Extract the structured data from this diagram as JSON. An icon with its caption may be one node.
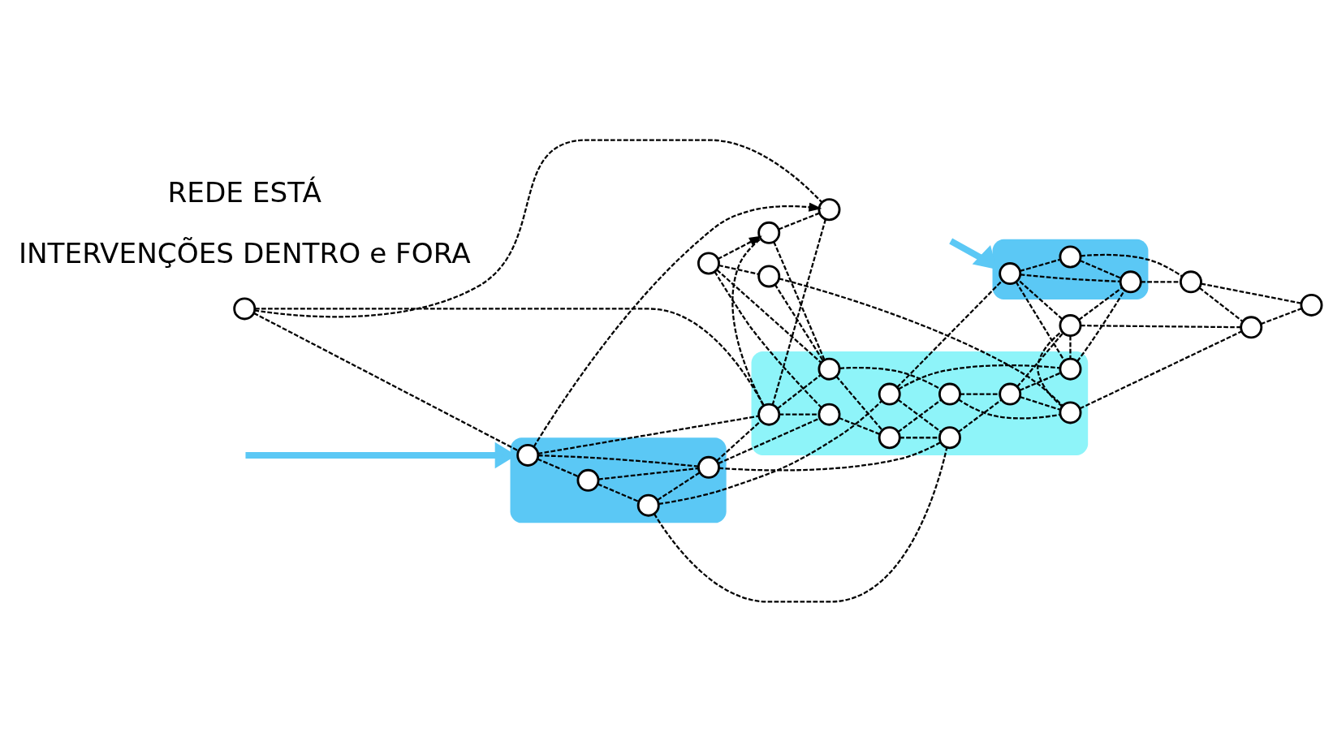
{
  "diagram": {
    "nodes": [
      {
        "text": [],
        "shape": "cloud"
      },
      {
        "text": [],
        "shape": "cloud"
      },
      {
        "text": [],
        "shape": "cloud"
      },
      {
        "text": [],
        "shape": "circle"
      },
      {
        "text": [],
        "shape": "circle"
      },
      {
        "text": [],
        "shape": "circle",
        "in": 0
      },
      {
        "text": [],
        "shape": "circle",
        "in": 0
      },
      {
        "text": [],
        "shape": "circle",
        "in": 0
      },
      {
        "text": [],
        "shape": "circle",
        "in": 0
      },
      {
        "text": [],
        "shape": "circle",
        "in": 1
      },
      {
        "text": [],
        "shape": "circle",
        "in": 2
      },
      {
        "text": [],
        "shape": "circle",
        "in": 2
      },
      {
        "text": [],
        "shape": "circle",
        "in": 1
      },
      {
        "text": [],
        "shape": "circle",
        "in": 1
      },
      {
        "text": [],
        "shape": "circle",
        "in": 1
      },
      {
        "text": [],
        "shape": "circle",
        "in": 1
      },
      {
        "text": [],
        "shape": "circle",
        "in": 1
      },
      {
        "text": [],
        "shape": "circle"
      },
      {
        "text": [],
        "shape": "circle",
        "in": 2
      },
      {
        "text": [],
        "shape": "circle"
      },
      {
        "text": [],
        "shape": "circle",
        "in": 1
      },
      {
        "text": [],
        "shape": "circle"
      },
      {
        "text": [],
        "shape": "circle",
        "in": 1
      },
      {
        "text": [],
        "shape": "circle",
        "in": 1
      },
      {
        "text": [],
        "shape": "circle"
      },
      {
        "text": [],
        "shape": "circle",
        "in": 1
      },
      {
        "text": [],
        "shape": "circle"
      },
      {
        "text": [],
        "shape": "circle"
      },
      {
        "text": [],
        "shape": "circle"
      }
    ],
    "edges": [
      {
        "from": null,
        "to": 0,
        "arrow": "to",
        "style": "thick",
        "color": "#5bc8f5"
      },
      {
        "from": null,
        "to": 2,
        "arrow": "to",
        "style": "thick",
        "color": "#5bc8f5"
      },
      {
        "from": 5,
        "to": 3,
        "arrow": "to",
        "style": "dashed"
      },
      {
        "from": 4,
        "to": 3,
        "arrow": "none",
        "style": "dashed"
      },
      {
        "from": 12,
        "to": 3,
        "arrow": "none",
        "style": "dashed"
      },
      {
        "from": 17,
        "to": 3,
        "arrow": "none",
        "style": "dashed"
      },
      {
        "from": 4,
        "to": 5,
        "arrow": "none",
        "style": "dashed"
      },
      {
        "from": 4,
        "to": 12,
        "arrow": "none",
        "style": "dashed"
      },
      {
        "from": 5,
        "to": 6,
        "arrow": "none",
        "style": "dashed"
      },
      {
        "from": 5,
        "to": 8,
        "arrow": "none",
        "style": "dashed"
      },
      {
        "from": 5,
        "to": 12,
        "arrow": "none",
        "style": "dashed"
      },
      {
        "from": 6,
        "to": 8,
        "arrow": "none",
        "style": "dashed"
      },
      {
        "from": 6,
        "to": 7,
        "arrow": "none",
        "style": "dashed"
      },
      {
        "from": 7,
        "to": 8,
        "arrow": "none",
        "style": "dashed"
      },
      {
        "from": 7,
        "to": 15,
        "arrow": "none",
        "style": "dashed"
      },
      {
        "from": 7,
        "to": 9,
        "arrow": "none",
        "style": "dashed"
      },
      {
        "from": 8,
        "to": 12,
        "arrow": "none",
        "style": "dashed"
      },
      {
        "from": 8,
        "to": 13,
        "arrow": "none",
        "style": "dashed"
      },
      {
        "from": 8,
        "to": 15,
        "arrow": "none",
        "style": "dashed"
      },
      {
        "from": 9,
        "to": 15,
        "arrow": "none",
        "style": "dashed"
      },
      {
        "from": 9,
        "to": 16,
        "arrow": "none",
        "style": "dashed"
      },
      {
        "from": 9,
        "to": 10,
        "arrow": "none",
        "style": "dashed"
      },
      {
        "from": 12,
        "to": 13,
        "arrow": "none",
        "style": "dashed"
      },
      {
        "from": 12,
        "to": 17,
        "arrow": "none",
        "style": "dashed"
      },
      {
        "from": 12,
        "to": 22,
        "arrow": "none",
        "style": "dashed"
      },
      {
        "from": 13,
        "to": 14,
        "arrow": "none",
        "style": "dashed"
      },
      {
        "from": 13,
        "to": 24,
        "arrow": "none",
        "style": "dashed"
      },
      {
        "from": 17,
        "to": 22,
        "arrow": "none",
        "style": "dashed"
      },
      {
        "from": 24,
        "to": 17,
        "arrow": "to",
        "style": "dashed"
      },
      {
        "from": 24,
        "to": 22,
        "arrow": "none",
        "style": "dashed"
      },
      {
        "from": 24,
        "to": 27,
        "arrow": "none",
        "style": "dashed"
      },
      {
        "from": 27,
        "to": 22,
        "arrow": "none",
        "style": "dashed"
      },
      {
        "from": 27,
        "to": 25,
        "arrow": "none",
        "style": "dashed"
      },
      {
        "from": 22,
        "to": 14,
        "arrow": "none",
        "style": "dashed"
      },
      {
        "from": 22,
        "to": 23,
        "arrow": "none",
        "style": "dashed"
      },
      {
        "from": 14,
        "to": 23,
        "arrow": "none",
        "style": "dashed"
      },
      {
        "from": 14,
        "to": 15,
        "arrow": "none",
        "style": "dashed"
      },
      {
        "from": 23,
        "to": 20,
        "arrow": "none",
        "style": "dashed"
      },
      {
        "from": 23,
        "to": 25,
        "arrow": "none",
        "style": "dashed"
      },
      {
        "from": 15,
        "to": 20,
        "arrow": "none",
        "style": "dashed"
      },
      {
        "from": 20,
        "to": 16,
        "arrow": "none",
        "style": "dashed"
      },
      {
        "from": 20,
        "to": 21,
        "arrow": "none",
        "style": "dashed"
      },
      {
        "from": 20,
        "to": 25,
        "arrow": "none",
        "style": "dashed"
      },
      {
        "from": 25,
        "to": 21,
        "arrow": "none",
        "style": "dashed"
      },
      {
        "from": 25,
        "to": 26,
        "arrow": "none",
        "style": "dashed"
      },
      {
        "from": 21,
        "to": 16,
        "arrow": "none",
        "style": "dashed"
      },
      {
        "from": 21,
        "to": 10,
        "arrow": "none",
        "style": "dashed"
      },
      {
        "from": 21,
        "to": 18,
        "arrow": "none",
        "style": "dashed"
      },
      {
        "from": 21,
        "to": 26,
        "arrow": "none",
        "style": "dashed"
      },
      {
        "from": 10,
        "to": 11,
        "arrow": "none",
        "style": "dashed"
      },
      {
        "from": 10,
        "to": 18,
        "arrow": "none",
        "style": "dashed"
      },
      {
        "from": 10,
        "to": 16,
        "arrow": "none",
        "style": "dashed"
      },
      {
        "from": 16,
        "to": 18,
        "arrow": "none",
        "style": "dashed"
      },
      {
        "from": 11,
        "to": 18,
        "arrow": "none",
        "style": "dashed"
      },
      {
        "from": 11,
        "to": 19,
        "arrow": "none",
        "style": "dashed"
      },
      {
        "from": 18,
        "to": 19,
        "arrow": "none",
        "style": "dashed"
      },
      {
        "from": 19,
        "to": 26,
        "arrow": "none",
        "style": "dashed"
      },
      {
        "from": 19,
        "to": 28,
        "arrow": "none",
        "style": "dashed"
      },
      {
        "from": 26,
        "to": 28,
        "arrow": "none",
        "style": "dashed"
      }
    ],
    "labels": [
      "INTERVENÇÕES DENTRO e FORA",
      "REDE ESTÁ"
    ]
  }
}
